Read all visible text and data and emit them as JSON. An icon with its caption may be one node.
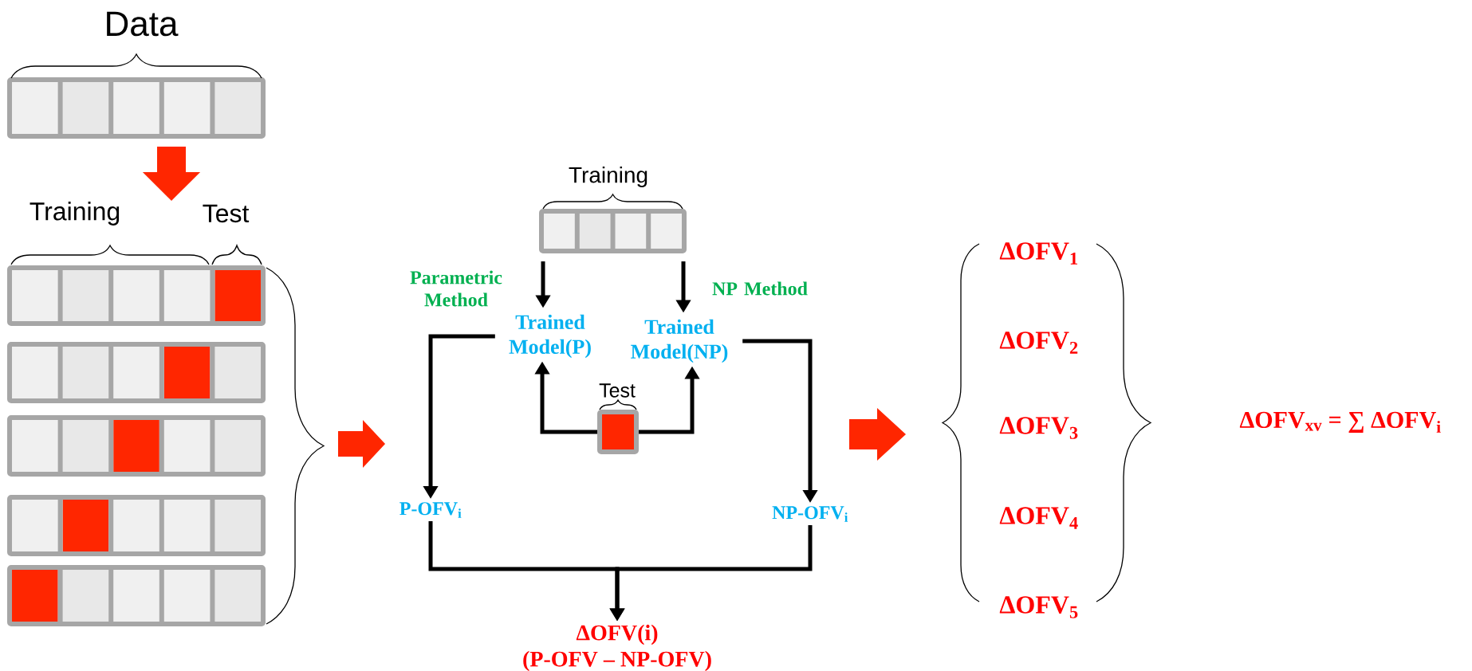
{
  "diagram": {
    "nodes": [
      {
        "text": [
          "Data"
        ]
      },
      {
        "text": [
          "Training",
          "Test"
        ]
      },
      {
        "text": [],
        "shape": "bar"
      },
      {
        "text": [],
        "shape": "bar"
      },
      {
        "text": [],
        "shape": "bar"
      },
      {
        "text": [],
        "shape": "bar"
      },
      {
        "text": [
          "Training"
        ]
      },
      {
        "text": [
          "Trained Model(P)"
        ]
      },
      {
        "text": [
          "Trained Model(NP)"
        ]
      },
      {
        "text": [
          "Test"
        ]
      },
      {
        "text": [
          "P-OFV$_{i}$"
        ]
      },
      {
        "text": [
          "NP-OFV$_{i}$"
        ]
      },
      {
        "text": [
          "ΔOFV(i)",
          "(P-OFV – NP-OFV)"
        ]
      }
    ],
    "edges": [
      {
        "from": 0,
        "to": 1,
        "arrow": "to",
        "style": "thick",
        "color": "#ff2600"
      },
      {
        "from": 6,
        "to": 7,
        "arrow": "to",
        "label": "Parametric Method"
      },
      {
        "from": 6,
        "to": 8,
        "arrow": "to",
        "label": "NP Method"
      },
      {
        "from": 9,
        "to": 7,
        "arrow": "to"
      },
      {
        "from": 9,
        "to": 8,
        "arrow": "to"
      },
      {
        "from": 7,
        "to": 10,
        "arrow": "to"
      },
      {
        "from": 8,
        "to": 11,
        "arrow": "to"
      },
      {
        "from": 10,
        "to": 12,
        "arrow": "to"
      },
      {
        "from": 11,
        "to": 12,
        "arrow": "to"
      }
    ],
    "labels": [
      "ΔOFV$_{1}$",
      "ΔOFV$_{2}$",
      "ΔOFV$_{3}$",
      "ΔOFV$_{4}$",
      "ΔOFV$_{5}$",
      "ΔOFV$_{xv}$ = ∑ ΔOFV$_{i}$"
    ]
  }
}
